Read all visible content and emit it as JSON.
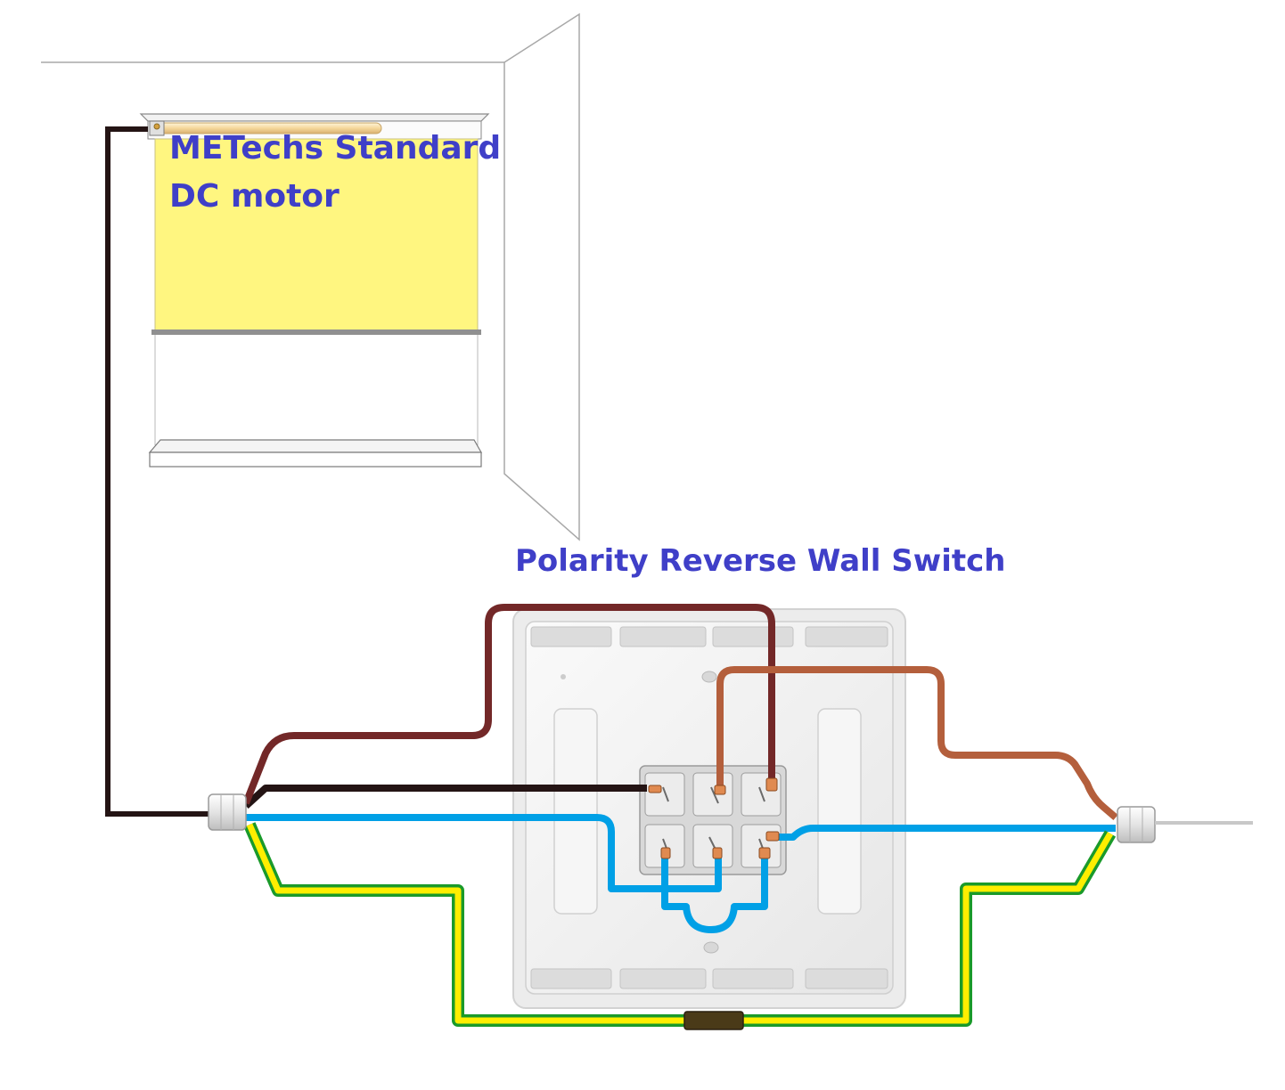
{
  "labels": {
    "motor_line1": "METechs Standard",
    "motor_line2": "DC motor",
    "switch_title": "Polarity Reverse Wall Switch"
  },
  "colors": {
    "wire_black": "#241414",
    "wire_dark_red": "#732828",
    "wire_brown": "#b45f3c",
    "wire_blue": "#00a0e6",
    "wire_earth_yellow": "#ffee00",
    "wire_earth_green": "#1a9a2a",
    "blind_fabric": "#fff680",
    "label_text": "#3f3fc8"
  },
  "components": {
    "blind": "roller-blind",
    "motor": "dc-motor-tube",
    "switch": "wall-switch-back-plate",
    "terminal_block": "six-terminal-block",
    "connector_left": "cable-connector",
    "connector_right": "cable-connector",
    "earth_joint": "earth-wire-joiner"
  }
}
